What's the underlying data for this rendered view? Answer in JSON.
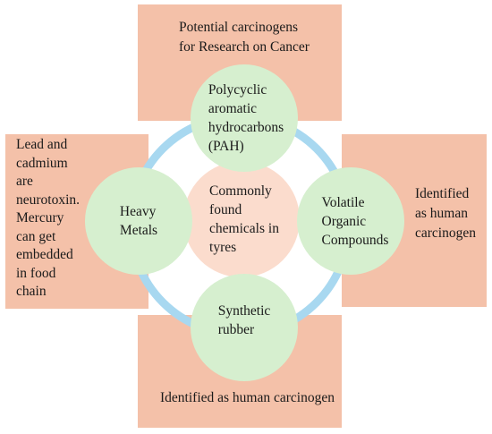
{
  "diagram": {
    "center": {
      "lines": [
        "Commonly",
        "found",
        "chemicals in",
        "tyres"
      ]
    },
    "nodes": {
      "top": {
        "lines": [
          "Polycyclic",
          "aromatic",
          "hydrocarbons",
          "(PAH)"
        ]
      },
      "left": {
        "lines": [
          "Heavy",
          "Metals"
        ]
      },
      "right": {
        "lines": [
          "Volatile",
          "Organic",
          "Compounds"
        ]
      },
      "bottom": {
        "lines": [
          "Synthetic",
          "rubber"
        ]
      }
    },
    "boxes": {
      "top": {
        "lines": [
          "Potential carcinogens",
          "for Research on Cancer"
        ]
      },
      "left": {
        "lines": [
          "Lead and",
          "cadmium",
          "are",
          "neurotoxin.",
          "Mercury",
          "can get",
          "embedded",
          "in food",
          "chain"
        ]
      },
      "right": {
        "lines": [
          "Identified",
          "as human",
          "carcinogen"
        ]
      },
      "bottom": {
        "lines": [
          "Identified as human carcinogen"
        ]
      }
    },
    "colors": {
      "box_fill": "#f4c1a9",
      "node_fill": "#d6efcf",
      "center_fill": "#fbdccd",
      "ring_stroke": "#a8d8f0"
    }
  }
}
